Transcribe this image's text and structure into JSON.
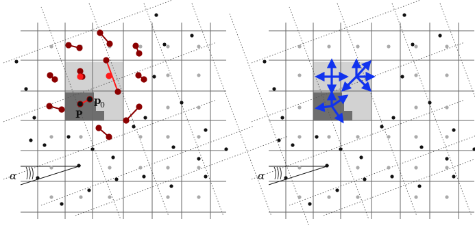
{
  "labels": {
    "alpha": "α",
    "p_bold": "p",
    "p0_bold": "p",
    "p0_sub": "0",
    "P_upper": "P"
  },
  "colors": {
    "grid": "#666666",
    "dotted": "#555555",
    "dark_point": "#111111",
    "grey_point": "#aaaaaa",
    "light_cell": "#d2d2d2",
    "dark_cell": "#6e6e6e",
    "link": "#8b0000",
    "link_active": "#ff1a1a",
    "arrow": "#1133ee"
  }
}
